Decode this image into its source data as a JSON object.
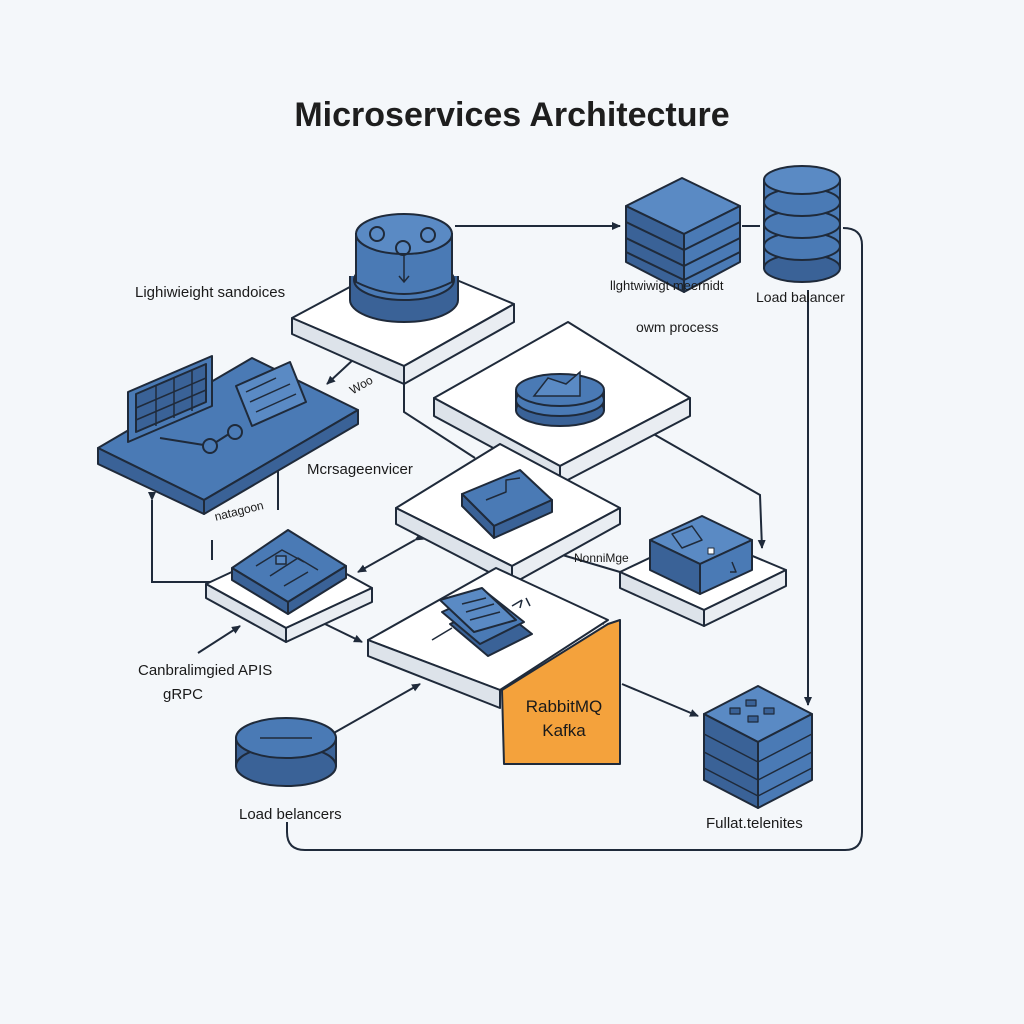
{
  "title": "Microservices Architecture",
  "labels": {
    "lightweight_sandboxes": "Lighiwieight sandoices",
    "top_center_line1": "llghtwiwigt meernidt",
    "top_center_line2": "owm process",
    "load_balancer_top": "Load balancer",
    "woo": "Woo",
    "message_service": "Mcrsageenvicer",
    "natagoon": "natagoon",
    "nonnime": "NonniMge",
    "centralized_apis": "Canbralimgied APIS",
    "grpc": "gRPC",
    "rabbitmq": "RabbitMQ",
    "kafka": "Kafka",
    "load_balancers_bottom": "Load belancers",
    "fullat_telenites": "Fullat.telenites"
  },
  "colors": {
    "blue": "#4a7ab5",
    "blue_dark": "#3a6297",
    "outline": "#1f2a3a",
    "platform": "#ffffff",
    "platform_side": "#dde3ea",
    "orange": "#f4a23c",
    "background": "#f4f7fa"
  },
  "nodes": [
    {
      "id": "service-registry",
      "icon": "cog-cylinder-icon"
    },
    {
      "id": "server-cube",
      "icon": "server-stack-icon"
    },
    {
      "id": "database",
      "icon": "database-stack-icon"
    },
    {
      "id": "dashboard",
      "icon": "monitor-dashboard-icon"
    },
    {
      "id": "cache",
      "icon": "disk-stack-icon"
    },
    {
      "id": "message-service",
      "icon": "chip-icon"
    },
    {
      "id": "container",
      "icon": "container-box-icon"
    },
    {
      "id": "circuit-board",
      "icon": "circuit-board-icon"
    },
    {
      "id": "documents",
      "icon": "document-stack-icon"
    },
    {
      "id": "message-broker",
      "icon": "message-queue-icon"
    },
    {
      "id": "load-balancer-disk",
      "icon": "disk-icon"
    },
    {
      "id": "storage-cube",
      "icon": "storage-cube-icon"
    }
  ]
}
